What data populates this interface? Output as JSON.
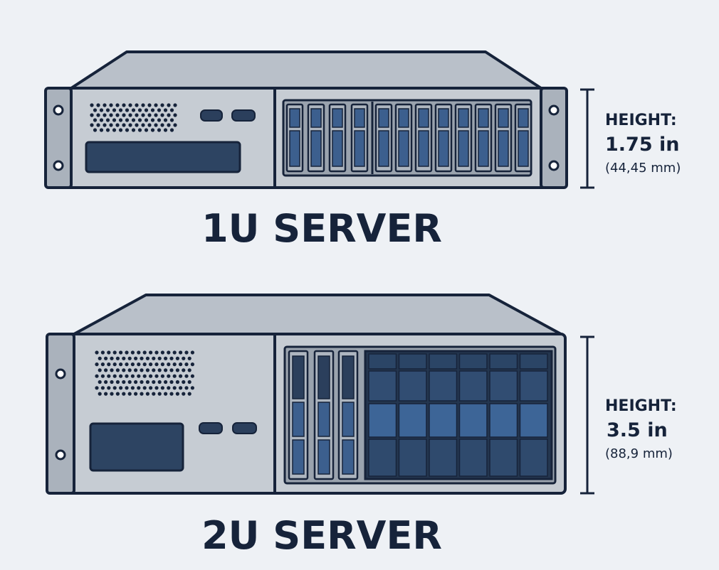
{
  "servers": [
    {
      "label": "1U SERVER",
      "height_heading": "HEIGHT:",
      "height_in": "1.75 in",
      "height_mm": "(44,45 mm)"
    },
    {
      "label": "2U SERVER",
      "height_heading": "HEIGHT:",
      "height_in": "3.5 in",
      "height_mm": "(88,9 mm)"
    }
  ],
  "colors": {
    "background": "#eef1f5",
    "outline": "#16233a",
    "chassis_top": "#b9c0c9",
    "front_panel": "#c6ccd3",
    "rack_ear": "#aab2bc",
    "drive_blue": "#3c5f8e",
    "drive_dark": "#2b3f5c",
    "text": "#16233a"
  }
}
